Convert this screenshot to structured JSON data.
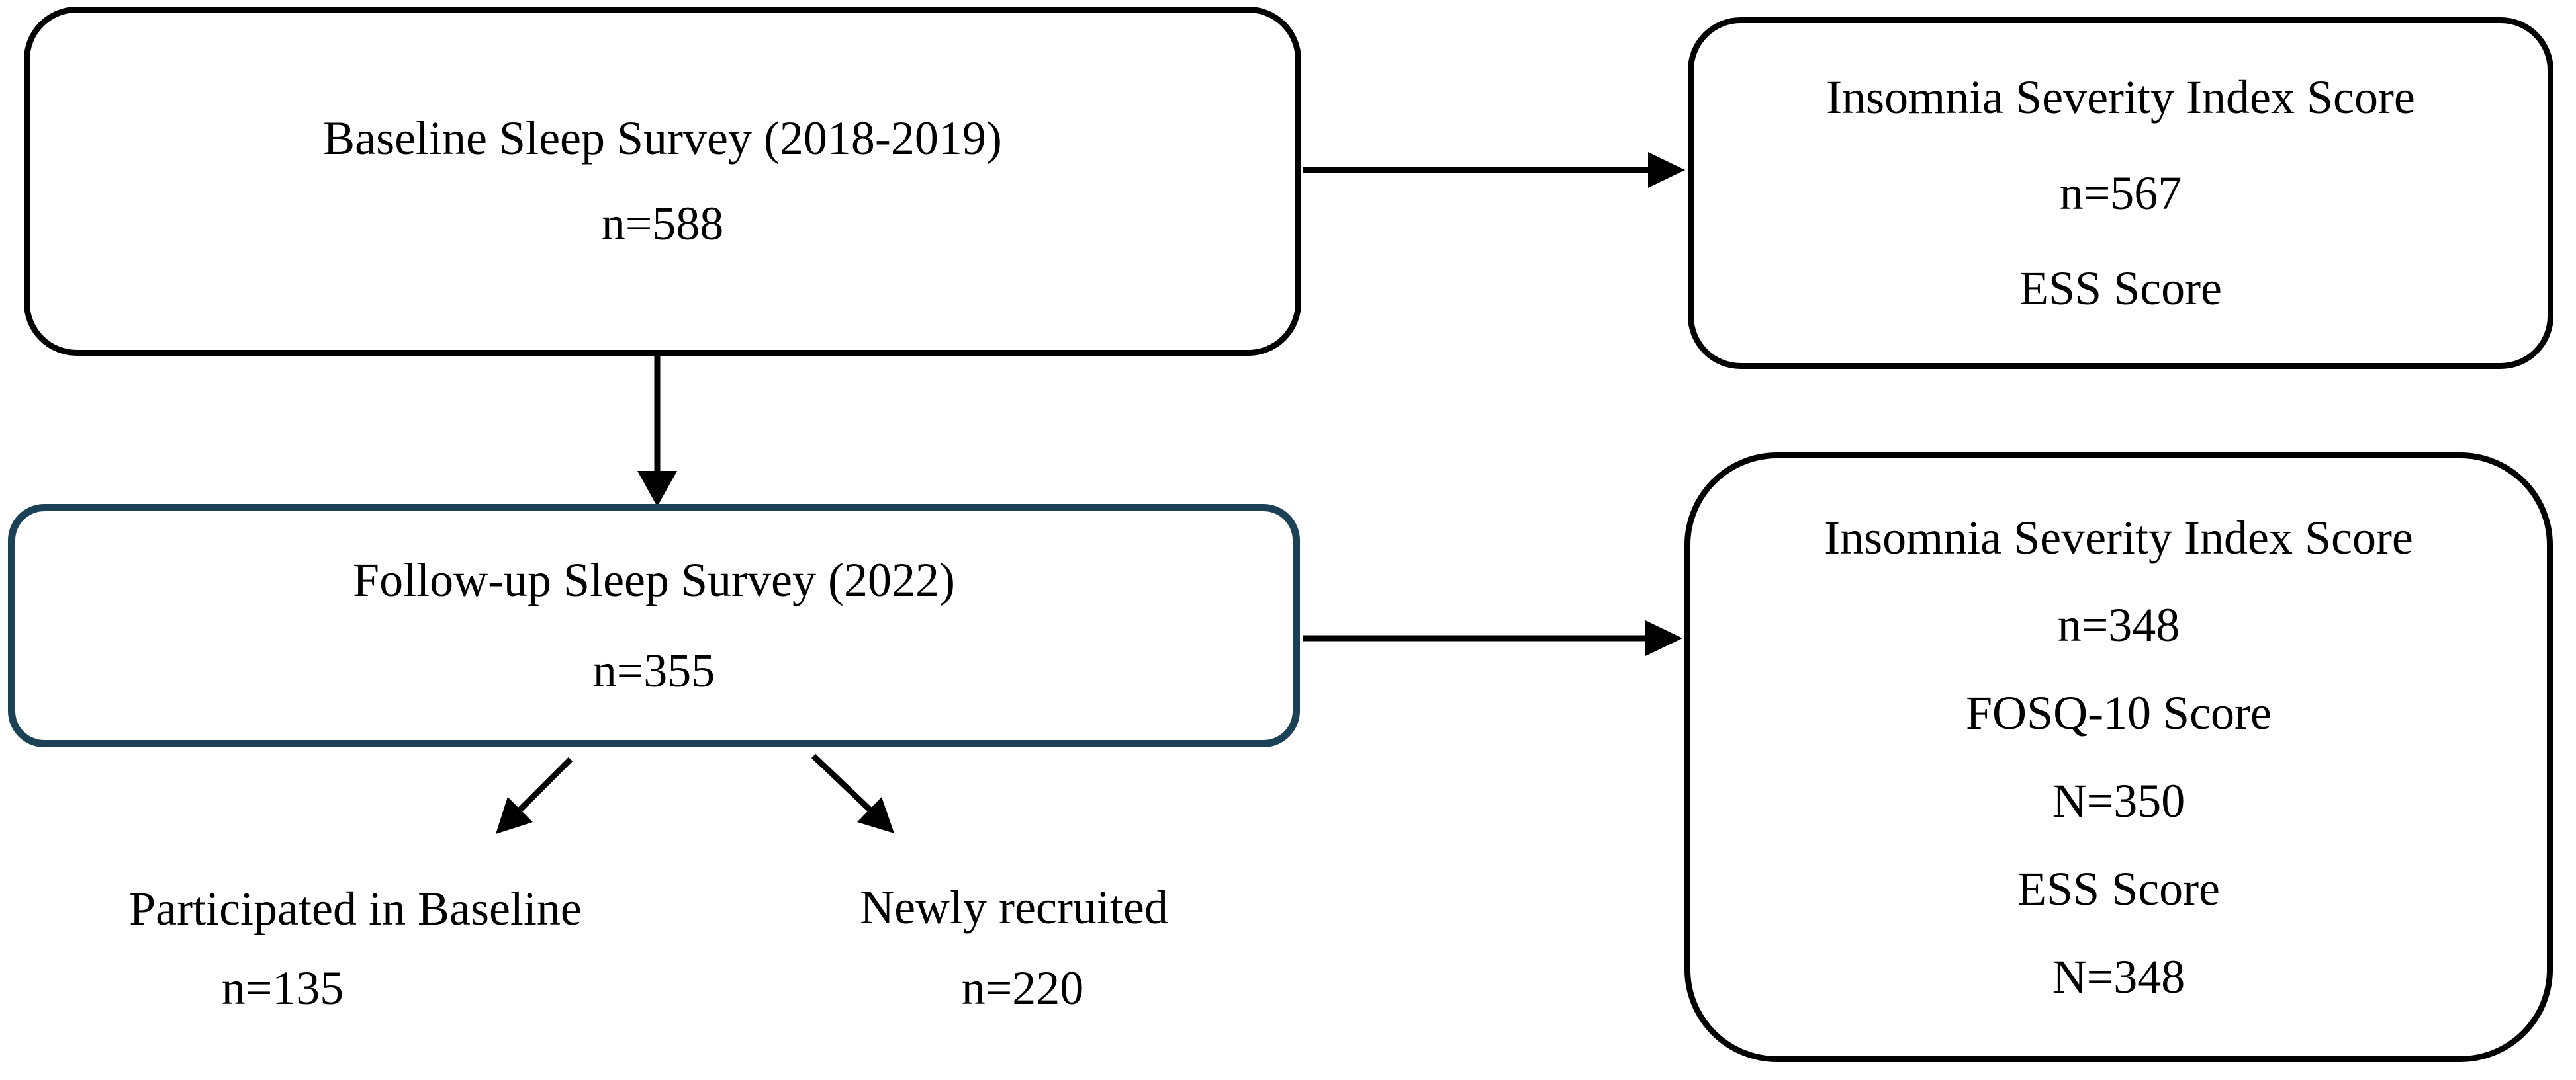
{
  "figure": {
    "background_color": "#ffffff",
    "colors": {
      "box_border": "#000000",
      "highlight_box_border": "#1b4156",
      "text": "#000000",
      "arrow": "#000000"
    },
    "boxes": [
      {
        "id": "baseline-survey",
        "lines": [
          "Baseline Sleep Survey (2018-2019)",
          "n=588"
        ]
      },
      {
        "id": "isi-baseline",
        "lines": [
          "Insomnia Severity Index Score",
          "n=567",
          "ESS Score"
        ]
      },
      {
        "id": "followup-survey",
        "lines": [
          "Follow-up Sleep Survey (2022)",
          "n=355"
        ]
      },
      {
        "id": "isi-followup",
        "lines": [
          "Insomnia Severity Index Score",
          "n=348",
          "FOSQ-10 Score",
          "N=350",
          "ESS Score",
          "N=348"
        ]
      }
    ],
    "labels": [
      {
        "id": "participated",
        "title": "Participated in Baseline",
        "count": "n=135"
      },
      {
        "id": "newly-recruited",
        "title": "Newly recruited",
        "count": "n=220"
      }
    ]
  }
}
